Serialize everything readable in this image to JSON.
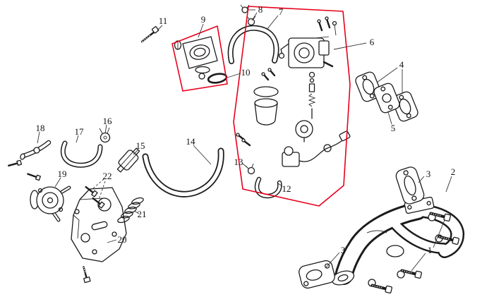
{
  "colors": {
    "background": "#ffffff",
    "line": "#1b1b1b",
    "highlight": "#e8001c",
    "label_text": "#101010"
  },
  "labels": [
    "1",
    "2",
    "3",
    "3",
    "4",
    "5",
    "6",
    "7",
    "8",
    "9",
    "10",
    "11",
    "12",
    "13",
    "14",
    "15",
    "16",
    "17",
    "18",
    "19",
    "20",
    "21",
    "22"
  ]
}
